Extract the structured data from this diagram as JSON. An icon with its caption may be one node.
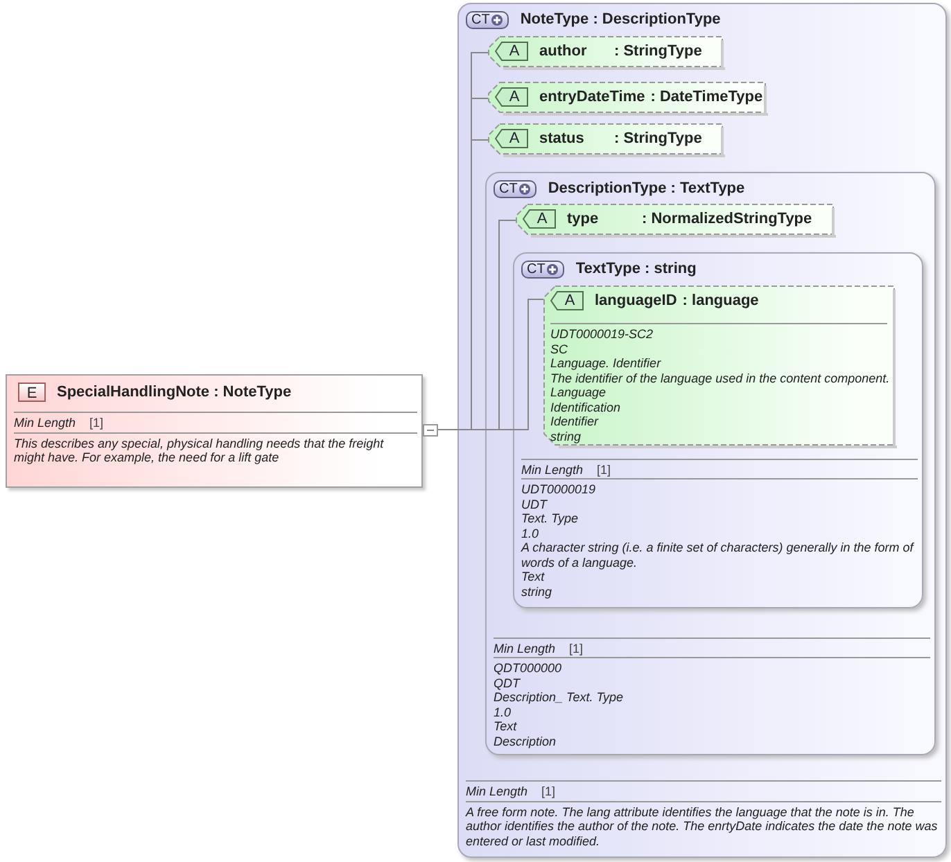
{
  "diagram": {
    "nodes": [
      {
        "text": [
          "E",
          "SpecialHandlingNote : NoteType",
          "Min Length",
          "[1]",
          "This describes any special, physical handling needs that the freight might have. For example, the need for a lift gate"
        ]
      },
      {
        "text": [
          "CT",
          "NoteType : DescriptionType",
          "Min Length",
          "[1]",
          "A free form note. The lang attribute identifies the language that the note is in. The author identifies the author of the note. The enrtyDate indicates the date the note was entered or last modified."
        ]
      },
      {
        "text": [
          "A",
          "author",
          ": StringType"
        ],
        "in": 1
      },
      {
        "text": [
          "A",
          "entryDateTime",
          ": DateTimeType"
        ],
        "in": 1
      },
      {
        "text": [
          "A",
          "status",
          ": StringType"
        ],
        "in": 1
      },
      {
        "text": [
          "CT",
          "DescriptionType : TextType",
          "Min Length",
          "[1]",
          "QDT000000",
          "QDT",
          "Description_ Text. Type",
          "1.0",
          "Text",
          "Description"
        ],
        "in": 1
      },
      {
        "text": [
          "A",
          "type",
          ": NormalizedStringType"
        ],
        "in": 5
      },
      {
        "text": [
          "CT",
          "TextType : string",
          "Min Length",
          "[1]",
          "UDT0000019",
          "UDT",
          "Text. Type",
          "1.0",
          "A character string (i.e. a finite set of characters) generally in the form of words of a language.",
          "Text",
          "string"
        ],
        "in": 5
      },
      {
        "text": [
          "A",
          "languageID",
          ": language",
          "UDT0000019-SC2",
          "SC",
          "Language. Identifier",
          "The identifier of the language used in the content component.",
          "Language",
          "Identification",
          "Identifier",
          "string"
        ],
        "in": 7
      }
    ],
    "edges": [
      {
        "from": 0,
        "to": 2,
        "arrow": "none"
      },
      {
        "from": 0,
        "to": 3,
        "arrow": "none"
      },
      {
        "from": 0,
        "to": 4,
        "arrow": "none"
      },
      {
        "from": 0,
        "to": 6,
        "arrow": "none"
      },
      {
        "from": 0,
        "to": 8,
        "arrow": "none"
      }
    ]
  }
}
